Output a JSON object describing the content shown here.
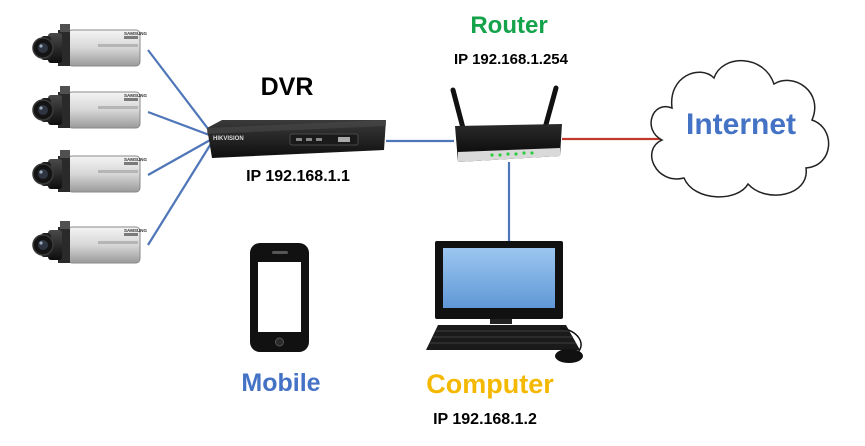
{
  "labels": {
    "dvr_title": "DVR",
    "dvr_ip": "IP 192.168.1.1",
    "router_title": "Router",
    "router_ip": "IP 192.168.1.254",
    "internet": "Internet",
    "mobile": "Mobile",
    "computer_title": "Computer",
    "computer_ip": "IP 192.168.1.2",
    "dvr_brand": "HIKVISION",
    "camera_brand": "SAMSUNG"
  },
  "colors": {
    "link_blue": "#4f76b8",
    "link_red": "#c0392b",
    "router_title": "#14a24b",
    "computer_title": "#f5b800",
    "accent_blue": "#4472c4",
    "text_dark": "#000000",
    "device_black": "#111111",
    "cloud_stroke": "#222222"
  },
  "icons": {
    "cameras": [
      "cctv-camera-icon",
      "cctv-camera-icon",
      "cctv-camera-icon",
      "cctv-camera-icon"
    ],
    "dvr": "dvr-recorder-icon",
    "router": "wifi-router-icon",
    "cloud": "cloud-icon",
    "mobile": "smartphone-icon",
    "computer": "desktop-computer-icon"
  }
}
